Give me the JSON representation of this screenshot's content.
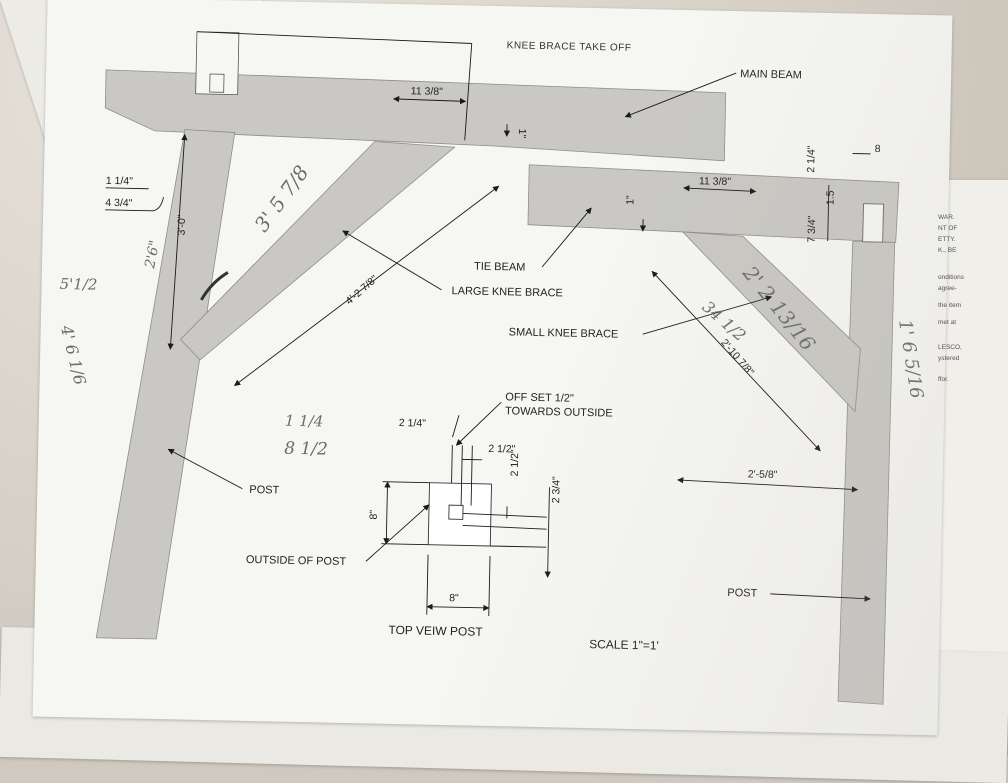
{
  "title": "KNEE BRACE TAKE OFF",
  "callouts": {
    "main_beam": "MAIN BEAM",
    "tie_beam": "TIE BEAM",
    "large_knee_brace": "LARGE KNEE BRACE",
    "small_knee_brace": "SMALL KNEE BRACE",
    "post_left": "POST",
    "post_right": "POST",
    "outside_of_post": "OUTSIDE OF POST",
    "offset_line1": "OFF SET 1/2\"",
    "offset_line2": "TOWARDS OUTSIDE"
  },
  "dimensions": {
    "main_11_3_8": "11 3/8\"",
    "main_1": "1\"",
    "left_1_1_4": "1 1/4\"",
    "left_4_3_4": "4 3/4\"",
    "post_3_0": "3'-0\"",
    "large_brace_4_2_7_8": "4'-2 7/8\"",
    "tie_11_3_8": "11 3/8\"",
    "tie_1": "1\"",
    "right_2_1_4": "2 1/4\"",
    "right_1_5": "1.5",
    "right_7_3_4": "7 3/4\"",
    "small_brace_2_10_7_8": "2'-10 7/8\"",
    "run_2_5_8": "2'-5/8\"",
    "top_2_1_4": "2 1/4\"",
    "top_2_1_2a": "2 1/2\"",
    "top_2_1_2b": "2 1/2\"",
    "top_2_3_4": "2 3/4\"",
    "top_8_side": "8\"",
    "top_8_bottom": "8\"",
    "right_8": "8"
  },
  "top_view_label": "TOP VEIW POST",
  "scale": "SCALE 1\"=1'",
  "handwritten": {
    "large_brace": "3' 5 7/8",
    "post_left_a": "2'6\"",
    "post_left_b": "5'1/2",
    "post_left_c": "4' 6 1/6",
    "small_brace_a": "2' 2 13/16",
    "small_brace_b": "34 1/2",
    "mid_a": "1 1/4",
    "mid_b": "8 1/2",
    "right_post": "1' 6 5/16"
  },
  "side_sheet_fragments": [
    "WAR.",
    "NT OF",
    "ETTY.",
    "K., BE",
    "onditions",
    "agree-",
    "the item",
    "met at",
    "LESCO,",
    "ystered",
    "ffor."
  ]
}
